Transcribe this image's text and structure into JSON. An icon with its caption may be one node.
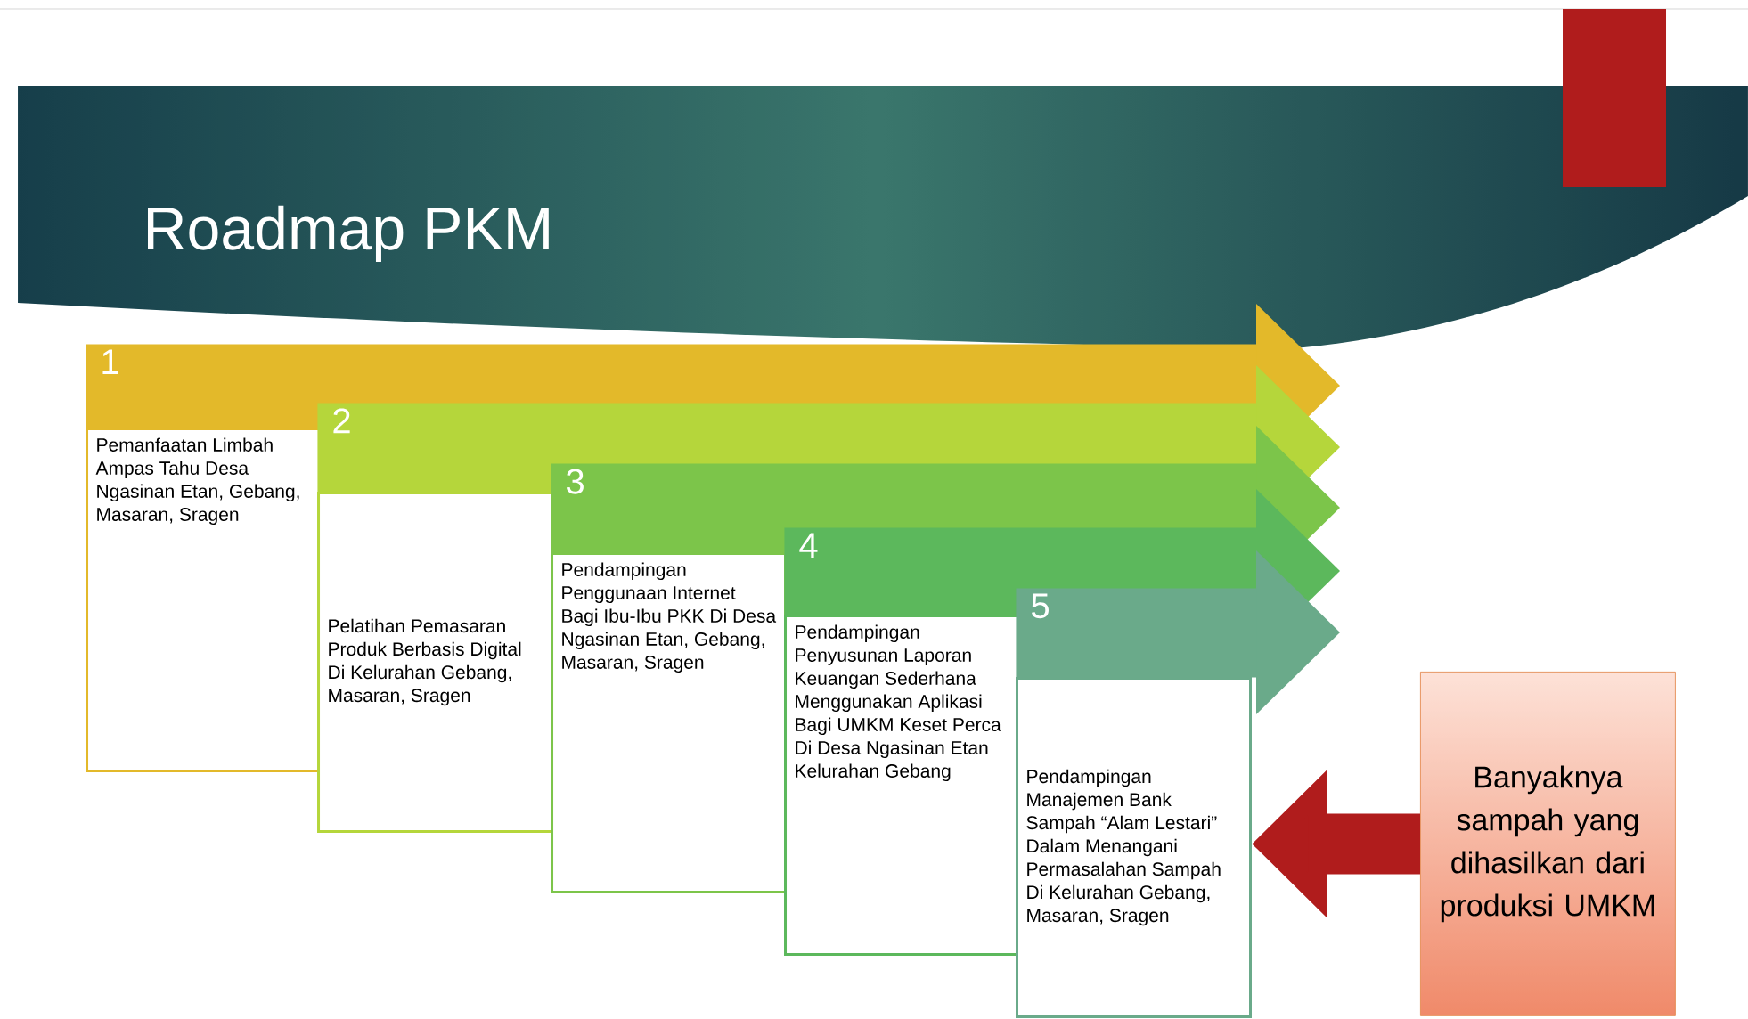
{
  "diagram": {
    "title": "Roadmap PKM",
    "nodes": [
      {
        "text": [
          "1"
        ]
      },
      {
        "text": [
          "Pemanfaatan Limbah Ampas Tahu Desa Ngasinan Etan, Gebang, Masaran, Sragen"
        ]
      },
      {
        "text": [
          "2"
        ]
      },
      {
        "text": [
          "Pelatihan Pemasaran Produk Berbasis Digital Di Kelurahan Gebang, Masaran, Sragen"
        ]
      },
      {
        "text": [
          "3"
        ]
      },
      {
        "text": [
          "Pendampingan Penggunaan Internet Bagi Ibu-Ibu PKK Di Desa Ngasinan Etan, Gebang, Masaran, Sragen"
        ]
      },
      {
        "text": [
          "4"
        ]
      },
      {
        "text": [
          "Pendampingan Penyusunan Laporan Keuangan Sederhana Menggunakan Aplikasi Bagi UMKM Keset Perca Di Desa Ngasinan Etan Kelurahan Gebang"
        ]
      },
      {
        "text": [
          "5"
        ]
      },
      {
        "text": [
          "Pendampingan Manajemen Bank Sampah “Alam Lestari” Dalam Menangani Permasalahan Sampah Di Kelurahan Gebang, Masaran, Sragen"
        ]
      },
      {
        "text": [
          "Banyaknya sampah yang dihasilkan dari produksi UMKM"
        ]
      }
    ],
    "edges": [
      {
        "from": 10,
        "to": 9,
        "arrow": "to",
        "color": "#b01c1c"
      }
    ]
  }
}
